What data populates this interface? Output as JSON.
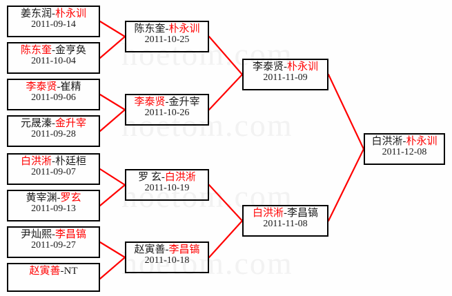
{
  "diagram": {
    "type": "tournament-bracket",
    "title": "",
    "accent_color": "#ff0000",
    "border_color": "#000000",
    "text_color": "#1a1a1a",
    "watermark_text": "hoetom.com"
  },
  "watermarks": [
    {
      "text": "hoetom.com"
    },
    {
      "text": "hoetom.com"
    },
    {
      "text": "hoetom.com"
    },
    {
      "text": "hoetom.com"
    }
  ],
  "rounds": [
    {
      "name": "round-1",
      "matches": [
        {
          "left": "姜东润",
          "right": "朴永训",
          "winner": "right",
          "date": "2011-09-14"
        },
        {
          "left": "陈东奎",
          "right": "金亨奂",
          "winner": "left",
          "date": "2011-10-04"
        },
        {
          "left": "李泰贤",
          "right": "崔精",
          "winner": "left",
          "date": "2011-09-06"
        },
        {
          "left": "元晟溱",
          "right": "金升宰",
          "winner": "right",
          "date": "2011-09-28"
        },
        {
          "left": "白洪淅",
          "right": "朴廷桓",
          "winner": "left",
          "date": "2011-09-07"
        },
        {
          "left": "黄宰渊",
          "right": "罗玄",
          "winner": "right",
          "date": "2011-09-13"
        },
        {
          "left": "尹灿熙",
          "right": "李昌镐",
          "winner": "right",
          "date": "2011-09-27"
        },
        {
          "left": "赵寅善",
          "right": "NT",
          "winner": "left",
          "date": ""
        }
      ]
    },
    {
      "name": "round-2",
      "matches": [
        {
          "left": "陈东奎",
          "right": "朴永训",
          "winner": "right",
          "date": "2011-10-25"
        },
        {
          "left": "李泰贤",
          "right": "金升宰",
          "winner": "left",
          "date": "2011-10-26"
        },
        {
          "left": "罗 玄",
          "right": "白洪淅",
          "winner": "right",
          "date": "2011-10-19"
        },
        {
          "left": "赵寅善",
          "right": "李昌镐",
          "winner": "right",
          "date": "2011-10-18"
        }
      ]
    },
    {
      "name": "semifinal",
      "matches": [
        {
          "left": "李泰贤",
          "right": "朴永训",
          "winner": "right",
          "date": "2011-11-09"
        },
        {
          "left": "白洪淅",
          "right": "李昌镐",
          "winner": "left",
          "date": "2011-11-08"
        }
      ]
    },
    {
      "name": "final",
      "matches": [
        {
          "left": "白洪淅",
          "right": "朴永训",
          "winner": "right",
          "date": "2011-12-08"
        }
      ]
    }
  ]
}
